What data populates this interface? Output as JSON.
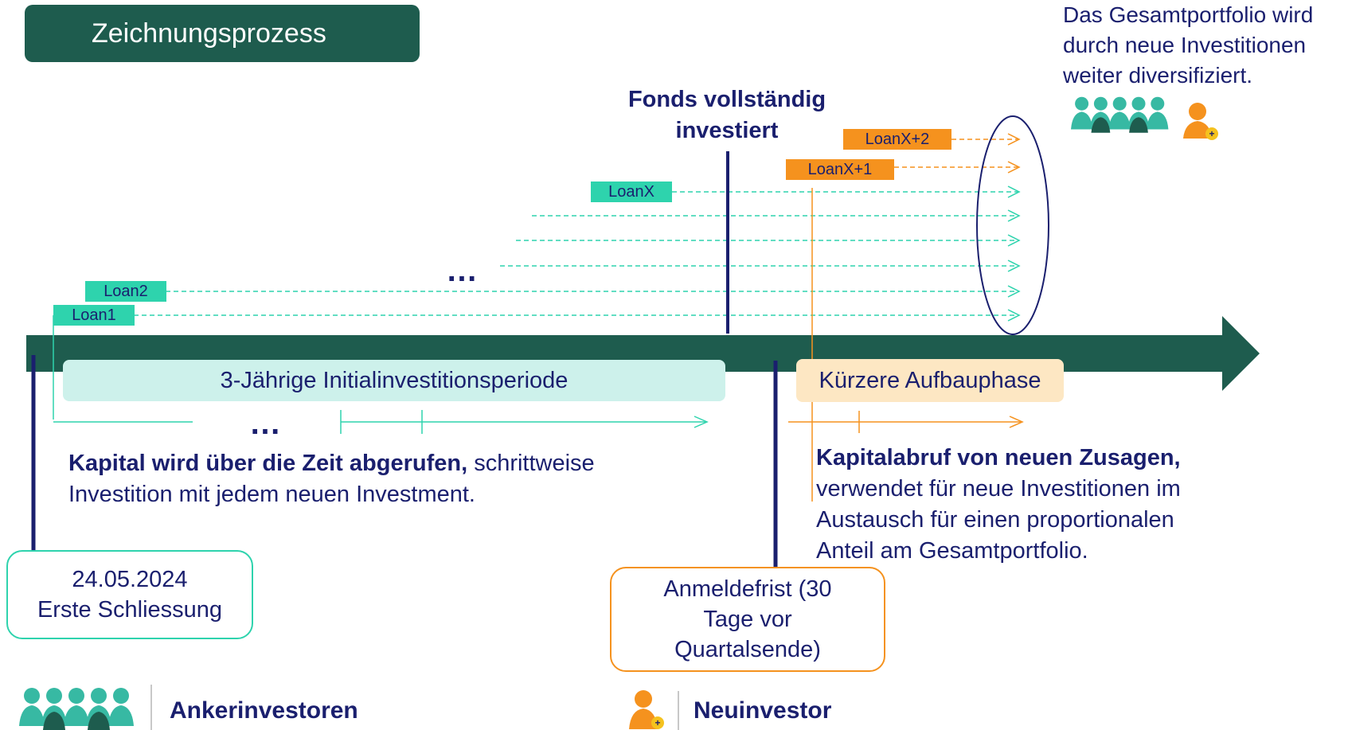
{
  "title": "Zeichnungsprozess",
  "portfolio_note": [
    "Das Gesamtportfolio wird",
    "durch neue Investitionen",
    "weiter diversifiziert."
  ],
  "fully_invested": [
    "Fonds vollständig",
    "investiert"
  ],
  "loans": {
    "loan1": "Loan1",
    "loan2": "Loan2",
    "loanx": "LoanX",
    "loanx1": "LoanX+1",
    "loanx2": "LoanX+2"
  },
  "ellipsis": "…",
  "initial_period": "3-Jährige Initialinvestitionsperiode",
  "shorter_phase": "Kürzere Aufbauphase",
  "left_desc": {
    "bold": "Kapital wird über die Zeit abgerufen,",
    "rest1": " schrittweise",
    "rest2": "Investition mit jedem neuen Investment."
  },
  "right_desc": {
    "bold": "Kapitalabruf von neuen Zusagen,",
    "lines": [
      "verwendet für neue Investitionen im",
      "Austausch für einen proportionalen",
      "Anteil am Gesamtportfolio."
    ]
  },
  "first_close": {
    "date": "24.05.2024",
    "label": "Erste Schliessung"
  },
  "deadline": [
    "Anmeldefrist (30",
    "Tage vor",
    "Quartalsende)"
  ],
  "legend": {
    "anchor": "Ankerinvestoren",
    "new": "Neuinvestor"
  },
  "colors": {
    "dark_green": "#1e5c4e",
    "teal": "#2ed3ad",
    "orange": "#f5921e",
    "navy": "#1a1f6e",
    "person_teal": "#37b9a3"
  },
  "icons": [
    "investor-group-icon",
    "new-investor-icon"
  ]
}
